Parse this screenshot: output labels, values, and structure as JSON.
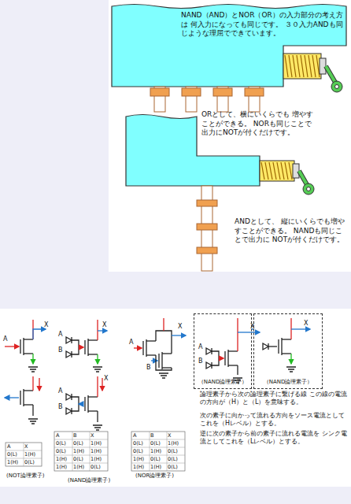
{
  "diagram": {
    "nodes": [
      {
        "text": [
          "（NAND論理素子）"
        ]
      },
      {
        "text": [
          "（NAND論理素子）"
        ]
      }
    ],
    "edges": [
      {
        "from": 0,
        "to": 1,
        "arrow": "none"
      }
    ],
    "labels": [
      "NAND（AND）とNOR（OR）の入力部分の考え方は 何入力になっても同じです。 ３０入力ANDも同じような理屈でできています。",
      "ORとして、横にいくらでも 増やすことができる。 NORも同じことで 出力にNOTが付くだけです。",
      "ANDとして、 縦にいくらでも増やすことができる。 NANDも同じことで出力に NOTが付くだけです。",
      "A",
      "X",
      "A",
      "B",
      "X",
      "A",
      "B",
      "X",
      "A",
      "B",
      "X",
      "A",
      "B",
      "X",
      "X",
      "(NOT論理素子)",
      "(NAND論理素子)",
      "(NOR論理素子)",
      "論理素子から次の論理素子に繋げる線 この線の電流の方向が（H）と（L）を意味する。",
      "次の素子に向かって流れる方向をソース電流として これを（Hレベル）とする。",
      "逆に次の素子から前の素子に流れる電流を シンク電流としてこれを（Lレベル）とする。",
      "A",
      "X",
      "0(L)",
      "1(H)",
      "1(H)",
      "0(L)",
      "A",
      "B",
      "X",
      "0(L)",
      "0(L)",
      "1(H)",
      "0(L)",
      "1(H)",
      "1(H)",
      "1(H)",
      "0(L)",
      "1(H)",
      "1(H)",
      "1(H)",
      "0(L)",
      "A",
      "B",
      "X",
      "0(L)",
      "0(L)",
      "1(H)",
      "0(L)",
      "1(H)",
      "0(L)",
      "1(H)",
      "0(L)",
      "0(L)",
      "1(H)",
      "1(H)",
      "0(L)"
    ]
  }
}
